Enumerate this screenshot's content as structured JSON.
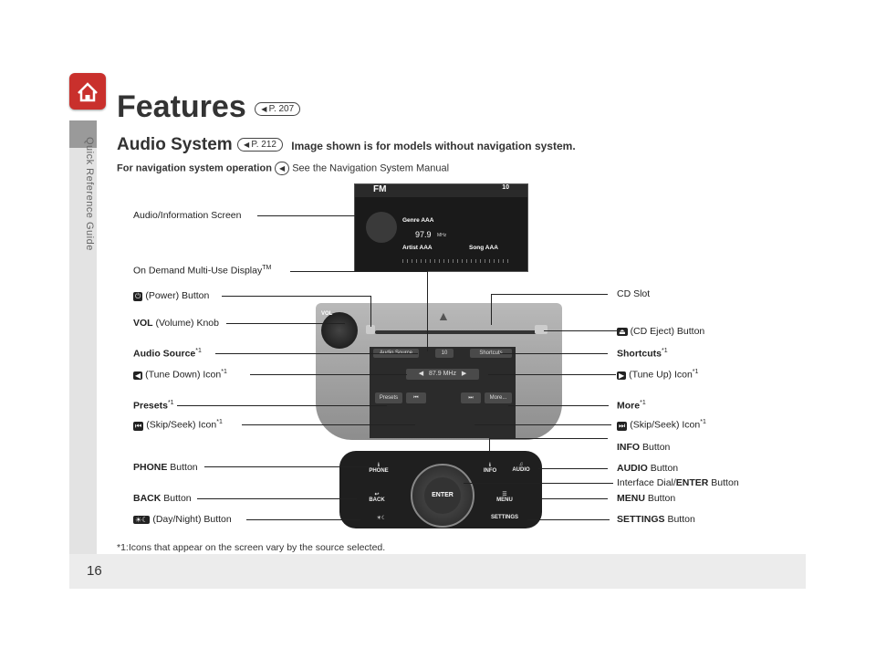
{
  "page": {
    "section_label": "Quick Reference Guide",
    "page_number": "16",
    "title": "Features",
    "title_ref": "P. 207",
    "subtitle": "Audio System",
    "subtitle_ref": "P. 212",
    "subtitle_note": "Image shown is for models without navigation system.",
    "nav_bold": "For navigation system operation",
    "nav_ref_text": "See the Navigation System Manual",
    "footnote": "*1:Icons that appear on the screen vary by the source selected."
  },
  "screen": {
    "header": "FM",
    "genre": "Genre AAA",
    "freq": "97.9",
    "freq_unit": "MHz",
    "artist": "Artist AAA",
    "song": "Song AAA",
    "volume": "10"
  },
  "display": {
    "audio_source": "Audio Source",
    "shortcuts": "Shortcuts",
    "volume": "10",
    "freq": "87.9",
    "freq_unit": "MHz",
    "presets": "Presets",
    "more": "More..."
  },
  "panel": {
    "phone": "PHONE",
    "info": "INFO",
    "audio": "AUDIO",
    "back": "BACK",
    "menu": "MENU",
    "settings": "SETTINGS",
    "enter": "ENTER",
    "vol": "VOL"
  },
  "labels_left": {
    "audio_info_screen": "Audio/Information Screen",
    "on_demand": "On Demand Multi-Use Display",
    "on_demand_tm": "TM",
    "power": "(Power) Button",
    "vol_bold": "VOL",
    "vol_rest": "(Volume) Knob",
    "audio_source_bold": "Audio Source",
    "tune_down": "(Tune Down) Icon",
    "presets_bold": "Presets",
    "skip_left": "(Skip/Seek) Icon",
    "phone_bold": "PHONE",
    "phone_rest": "Button",
    "back_bold": "BACK",
    "back_rest": "Button",
    "day_night": "(Day/Night) Button"
  },
  "labels_right": {
    "cd_slot": "CD Slot",
    "cd_eject": "(CD Eject) Button",
    "shortcuts_bold": "Shortcuts",
    "tune_up": "(Tune Up) Icon",
    "more_bold": "More",
    "skip_right": "(Skip/Seek) Icon",
    "info_bold": "INFO",
    "info_rest": "Button",
    "audio_bold": "AUDIO",
    "audio_rest": "Button",
    "dial_pre": "Interface Dial/",
    "dial_bold": "ENTER",
    "dial_rest": "Button",
    "menu_bold": "MENU",
    "menu_rest": "Button",
    "settings_bold": "SETTINGS",
    "settings_rest": "Button"
  },
  "footnote_mark": "*1",
  "colors": {
    "home": "#c9302c",
    "sidebar": "#e3e3e3",
    "panel": "#1f1f1f"
  }
}
